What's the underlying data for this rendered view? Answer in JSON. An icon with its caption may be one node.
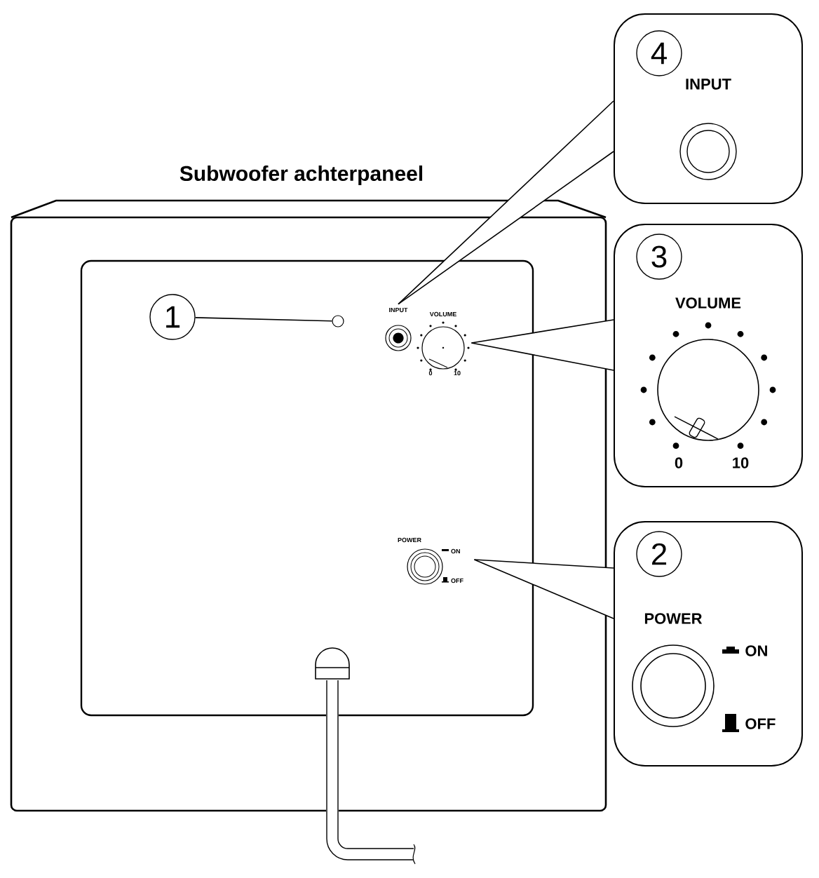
{
  "diagram": {
    "title": "Subwoofer achterpaneel",
    "nodes": [
      {
        "text": [
          "4",
          "INPUT"
        ]
      },
      {
        "text": [
          "3",
          "VOLUME",
          "0",
          "10"
        ]
      },
      {
        "text": [
          "2",
          "POWER",
          "ON",
          "OFF"
        ]
      },
      {
        "text": [
          "1"
        ]
      },
      {
        "text": [],
        "shape": "circle"
      },
      {
        "text": [
          "INPUT"
        ]
      },
      {
        "text": [
          "VOLUME",
          "0",
          "10"
        ]
      },
      {
        "text": [
          "POWER",
          "ON",
          "OFF"
        ]
      }
    ],
    "edges": [
      {
        "from": 0,
        "to": 5,
        "arrow": "none"
      },
      {
        "from": 1,
        "to": 6,
        "arrow": "none"
      },
      {
        "from": 2,
        "to": 7,
        "arrow": "none"
      },
      {
        "from": 3,
        "to": 4,
        "arrow": "none"
      }
    ]
  }
}
